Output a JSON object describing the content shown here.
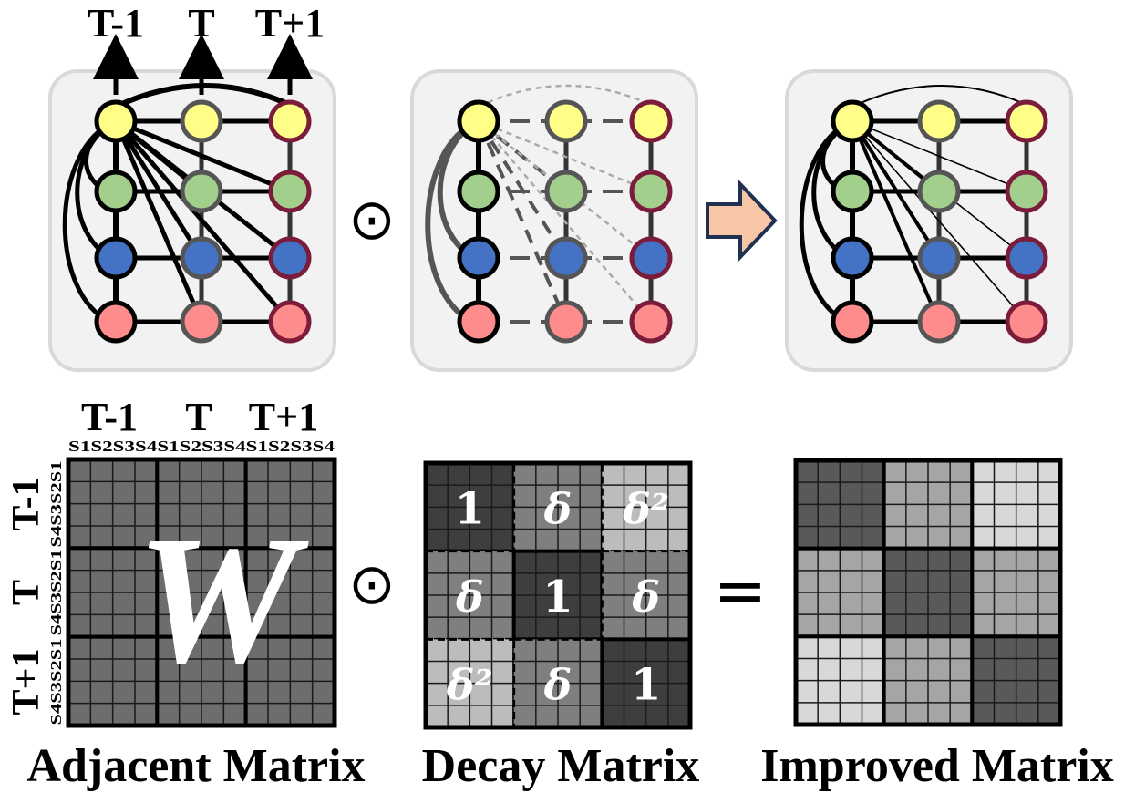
{
  "graphs": {
    "time_labels": [
      "T-1",
      "T",
      "T+1"
    ],
    "stage_names": [
      "adjacent-graph",
      "decay-graph",
      "improved-graph"
    ],
    "node_colors": [
      "#ffff88",
      "#a3cf8c",
      "#4472c4",
      "#ff8c8c"
    ],
    "node_border_colors": [
      "#000000",
      "#555555",
      "#7a1c3a"
    ],
    "panel_bg": "#f2f2f2",
    "arrow_fill": "#f6c6a6",
    "arrow_stroke": "#1f3050",
    "operator": "⊙"
  },
  "matrices": {
    "block_labels": [
      "T-1",
      "T",
      "T+1"
    ],
    "sub_labels": [
      "S1",
      "S2",
      "S3",
      "S4"
    ],
    "adjacent": {
      "title": "Adjacent Matrix",
      "symbol": "W",
      "color": "#6d6d6d"
    },
    "decay": {
      "title": "Decay Matrix",
      "values": [
        [
          "1",
          "δ",
          "δ²"
        ],
        [
          "δ",
          "1",
          "δ"
        ],
        [
          "δ²",
          "δ",
          "1"
        ]
      ],
      "colors": {
        "1": "#3e3e3e",
        "δ": "#7f7f7f",
        "δ²": "#bcbcbc"
      }
    },
    "improved": {
      "title": "Improved Matrix",
      "colors": [
        [
          "#595959",
          "#a5a5a5",
          "#d8d8d8"
        ],
        [
          "#a5a5a5",
          "#595959",
          "#a5a5a5"
        ],
        [
          "#d8d8d8",
          "#a5a5a5",
          "#595959"
        ]
      ]
    },
    "operator": "⊙",
    "equals": "="
  }
}
